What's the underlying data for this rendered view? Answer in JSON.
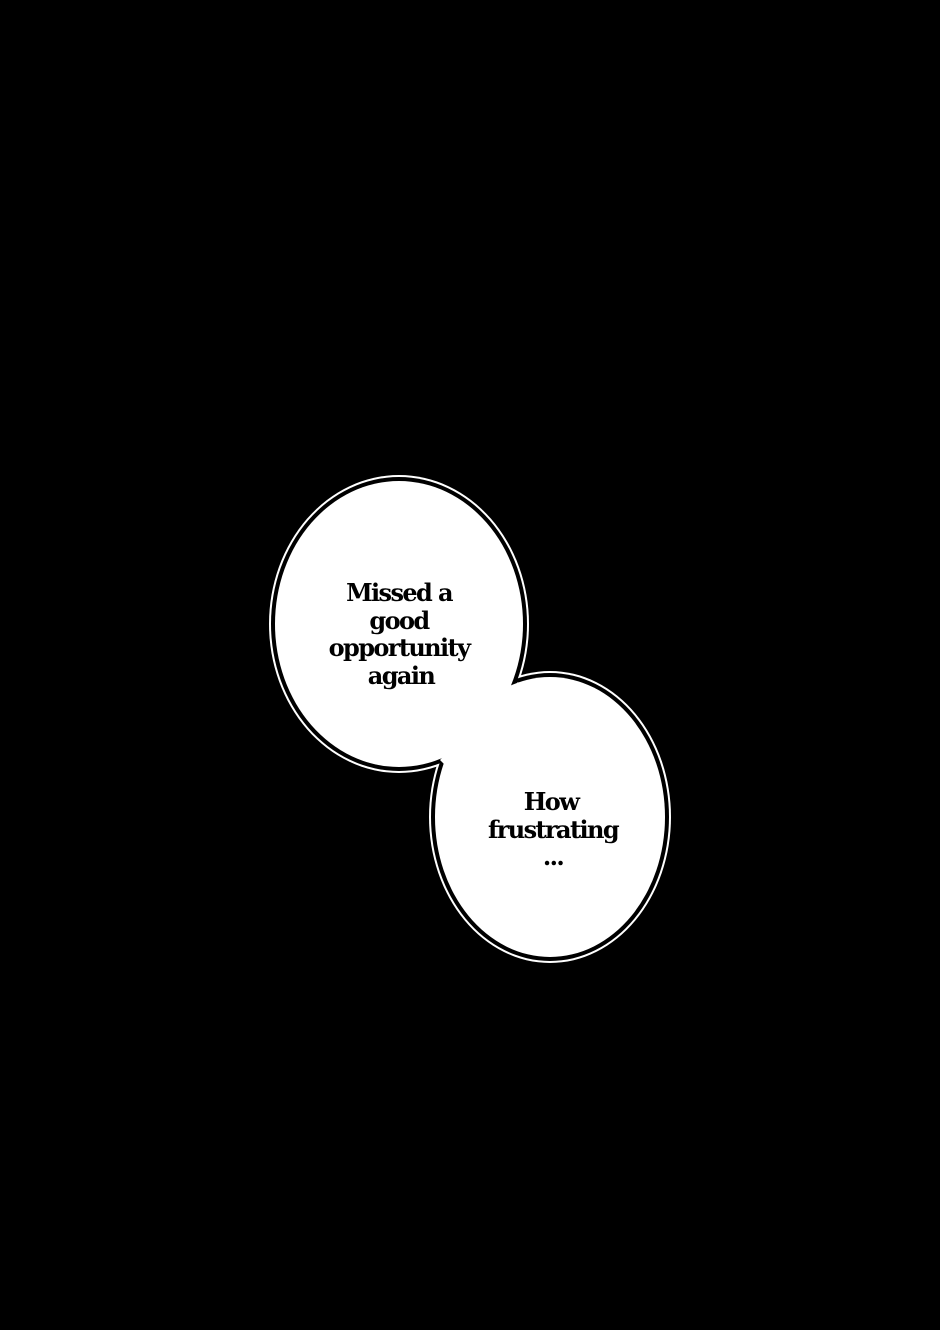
{
  "panel": {
    "background_color": "#000000",
    "bubbles": [
      {
        "lines": [
          "Missed a",
          "good",
          "opportunity",
          "again"
        ]
      },
      {
        "lines": [
          "How",
          "frustrating",
          "..."
        ]
      }
    ]
  }
}
